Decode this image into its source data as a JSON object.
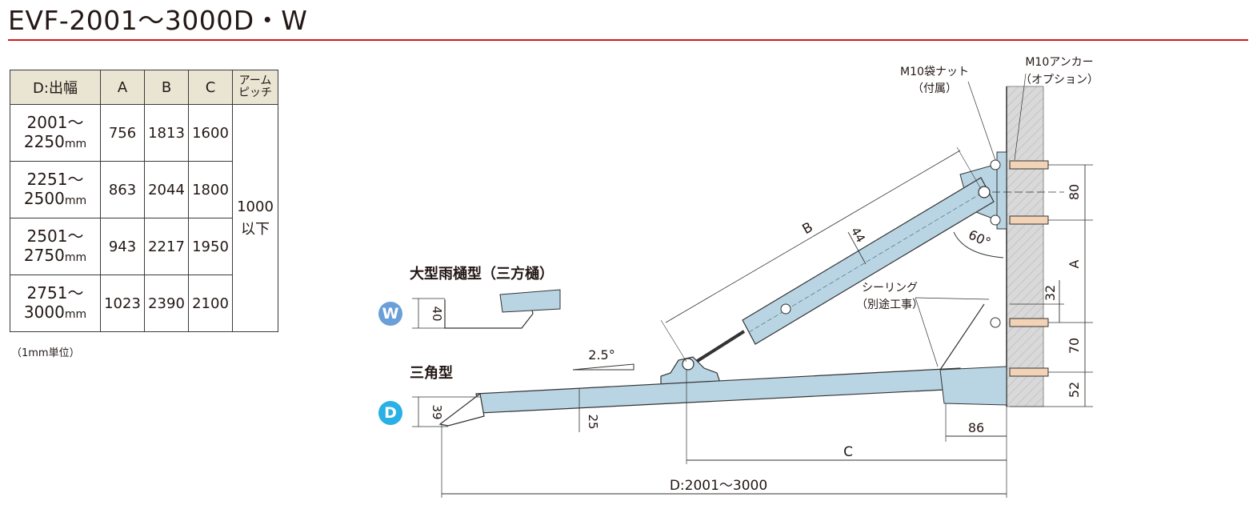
{
  "title": "EVF-2001～3000D・W",
  "table": {
    "headers": {
      "d": "D:出幅",
      "a": "A",
      "b": "B",
      "c": "C",
      "pitch_1": "アーム",
      "pitch_2": "ピッチ"
    },
    "rows": [
      {
        "range_1": "2001～",
        "range_2": "2250",
        "unit": "mm",
        "a": "756",
        "b": "1813",
        "c": "1600"
      },
      {
        "range_1": "2251～",
        "range_2": "2500",
        "unit": "mm",
        "a": "863",
        "b": "2044",
        "c": "1800"
      },
      {
        "range_1": "2501～",
        "range_2": "2750",
        "unit": "mm",
        "a": "943",
        "b": "2217",
        "c": "1950"
      },
      {
        "range_1": "2751～",
        "range_2": "3000",
        "unit": "mm",
        "a": "1023",
        "b": "2390",
        "c": "2100"
      }
    ],
    "pitch_1": "1000",
    "pitch_2": "以下",
    "unit_note": "（1mm単位）"
  },
  "gutter": {
    "large_label": "大型雨樋型（三方樋）",
    "large_badge": "W",
    "large_height": "40",
    "triangle_label": "三角型",
    "triangle_badge": "D",
    "triangle_height": "39"
  },
  "annotations": {
    "nut_1": "M10袋ナット",
    "nut_2": "（付属）",
    "anchor_1": "M10アンカー",
    "anchor_2": "（オプション）",
    "sealing_1": "シーリング",
    "sealing_2": "（別途工事）",
    "angle_60": "60°",
    "slope": "2.5°",
    "arm_width": "44",
    "beam_height": "25"
  },
  "dimensions": {
    "b": "B",
    "a": "A",
    "c": "C",
    "d": "D:2001～3000",
    "v80": "80",
    "v32": "32",
    "v70": "70",
    "v52": "52",
    "h86": "86"
  },
  "colors": {
    "accent_red": "#d7151c",
    "header_bg": "#eae4d3",
    "beam_fill": "#b9d5e3",
    "wall_fill": "#d9d9da",
    "badge_w": "#6a9fd8",
    "badge_d": "#29b0e5"
  }
}
